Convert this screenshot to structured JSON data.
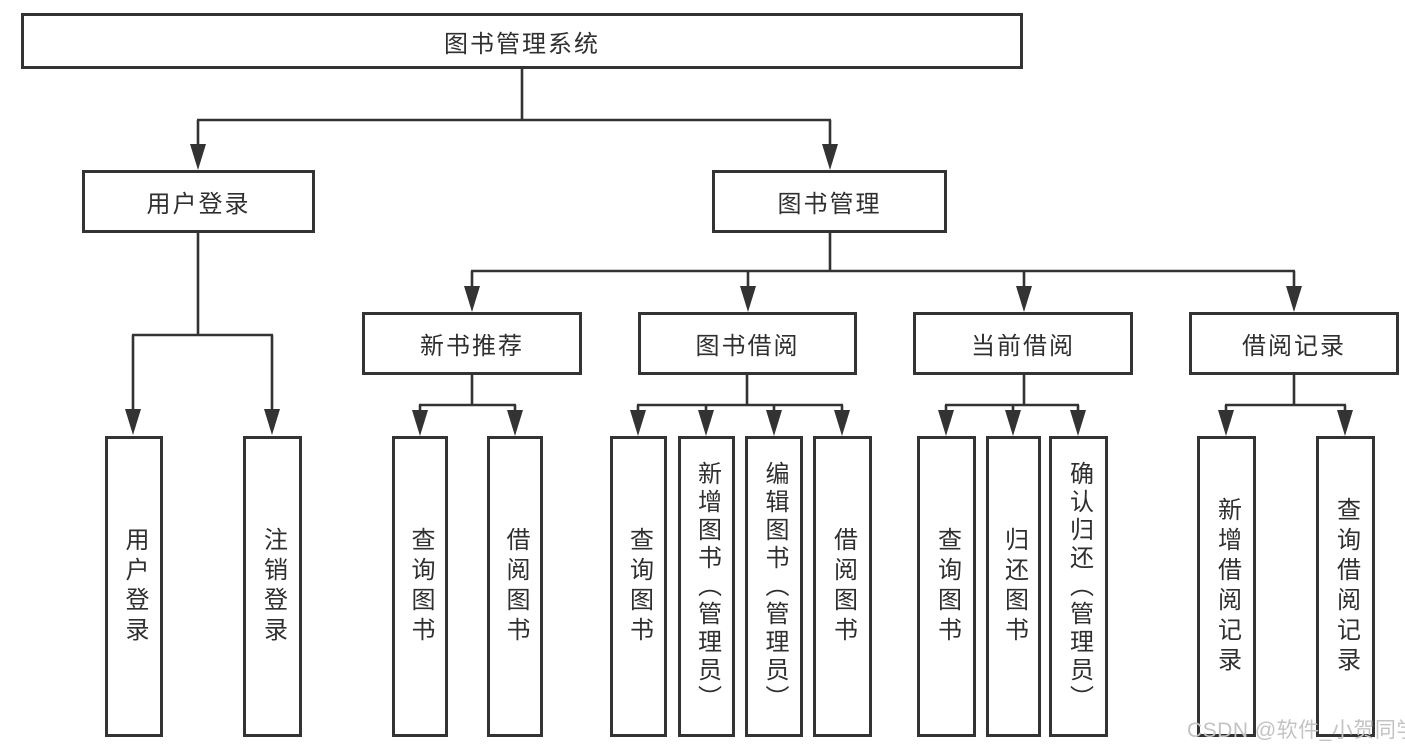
{
  "diagram": {
    "root": "图书管理系统",
    "user_login": {
      "label": "用户登录",
      "children": [
        "用户登录",
        "注销登录"
      ]
    },
    "book_mgmt": {
      "label": "图书管理"
    },
    "new_book": {
      "label": "新书推荐",
      "children": [
        "查询图书",
        "借阅图书"
      ]
    },
    "book_borrow": {
      "label": "图书借阅",
      "children": [
        "查询图书",
        "新增图书（管理员）",
        "编辑图书（管理员）",
        "借阅图书"
      ]
    },
    "current_borrow": {
      "label": "当前借阅",
      "children": [
        "查询图书",
        "归还图书",
        "确认归还（管理员）"
      ]
    },
    "borrow_record": {
      "label": "借阅记录",
      "children": [
        "新增借阅记录",
        "查询借阅记录"
      ]
    }
  },
  "watermark": "CSDN @软件_小贺同学",
  "colors": {
    "line": "#333333",
    "text": "#2f2f2f",
    "background": "#ffffff",
    "watermark": "#c3c3c3"
  }
}
